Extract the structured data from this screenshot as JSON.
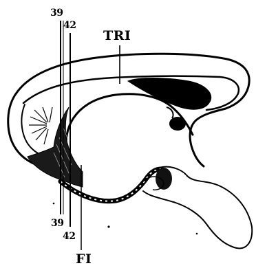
{
  "labels": {
    "tri": "TRI",
    "fi": "FI",
    "line_39_top": "39",
    "line_42_top": "42",
    "line_39_bottom": "39",
    "line_42_bottom": "42"
  }
}
